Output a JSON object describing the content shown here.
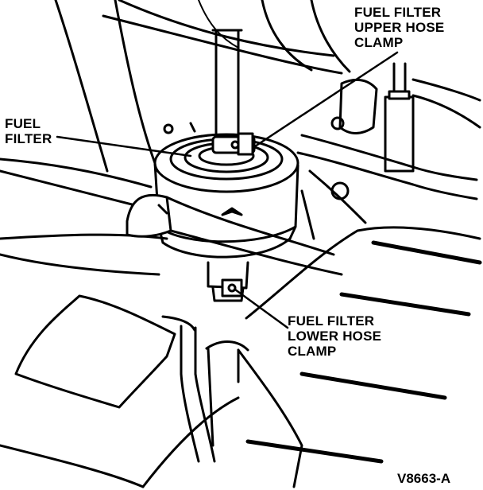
{
  "callouts": {
    "upper_clamp": [
      "FUEL FILTER",
      "UPPER HOSE",
      "CLAMP"
    ],
    "fuel_filter": [
      "FUEL",
      "FILTER"
    ],
    "lower_clamp": [
      "FUEL FILTER",
      "LOWER HOSE",
      "CLAMP"
    ]
  },
  "figure_id": "V8663-A",
  "colors": {
    "ink": "#000000",
    "paper": "#ffffff"
  }
}
